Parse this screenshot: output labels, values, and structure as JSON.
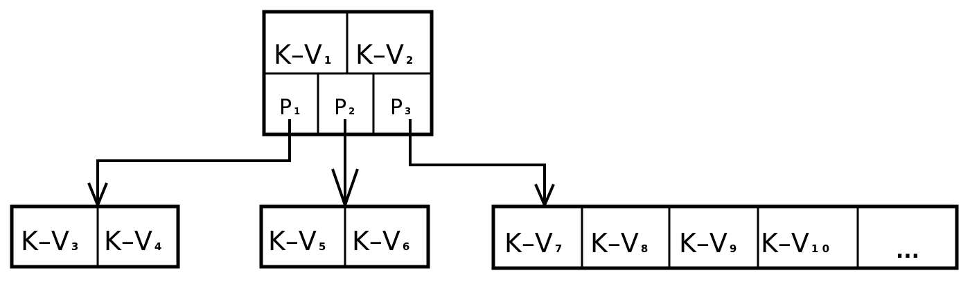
{
  "root": {
    "entries": [
      {
        "key": "K",
        "value": "V",
        "sub": "1"
      },
      {
        "key": "K",
        "value": "V",
        "sub": "2"
      }
    ],
    "pointers": [
      {
        "label": "P",
        "sub": "1"
      },
      {
        "label": "P",
        "sub": "2"
      },
      {
        "label": "P",
        "sub": "3"
      }
    ]
  },
  "children": [
    {
      "entries": [
        {
          "key": "K",
          "value": "V",
          "sub": "3"
        },
        {
          "key": "K",
          "value": "V",
          "sub": "4"
        }
      ]
    },
    {
      "entries": [
        {
          "key": "K",
          "value": "V",
          "sub": "5"
        },
        {
          "key": "K",
          "value": "V",
          "sub": "6"
        }
      ]
    },
    {
      "entries": [
        {
          "key": "K",
          "value": "V",
          "sub": "7"
        },
        {
          "key": "K",
          "value": "V",
          "sub": "8"
        },
        {
          "key": "K",
          "value": "V",
          "sub": "9"
        },
        {
          "key": "K",
          "value": "V",
          "sub": "1 0"
        }
      ],
      "overflow": "..."
    }
  ],
  "style": {
    "stroke": "#000000",
    "background": "#ffffff"
  }
}
